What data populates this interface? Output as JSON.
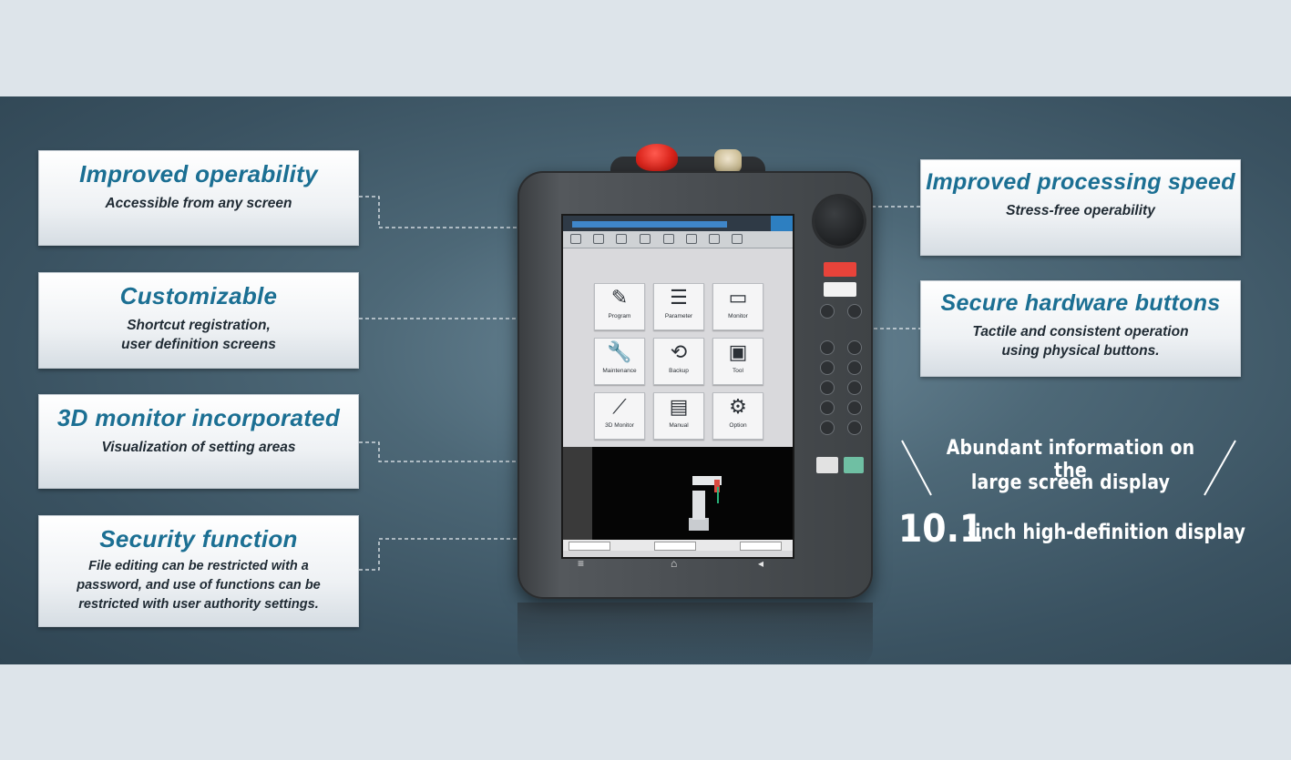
{
  "features_left": [
    {
      "title": "Improved operability",
      "desc": "Accessible from any screen"
    },
    {
      "title": "Customizable",
      "desc": "Shortcut registration,\nuser definition screens"
    },
    {
      "title": "3D monitor incorporated",
      "desc": "Visualization of setting areas"
    },
    {
      "title": "Security function",
      "desc": "File editing can be restricted with a\npassword, and use of functions can be\nrestricted with user authority settings."
    }
  ],
  "features_right": [
    {
      "title": "Improved processing speed",
      "desc": "Stress-free operability"
    },
    {
      "title": "Secure hardware buttons",
      "desc": "Tactile and consistent operation\nusing physical buttons."
    }
  ],
  "promo": {
    "line1": "Abundant information on the",
    "line2": "large screen display",
    "size": "10.1",
    "size_suffix": "-inch high-definition display"
  },
  "screen": {
    "tiles": [
      {
        "label": "Program",
        "icon": "program-icon",
        "glyph": "✎"
      },
      {
        "label": "Parameter",
        "icon": "parameter-icon",
        "glyph": "☰"
      },
      {
        "label": "Monitor",
        "icon": "monitor-icon",
        "glyph": "▭"
      },
      {
        "label": "Maintenance",
        "icon": "wrench-icon",
        "glyph": "🔧"
      },
      {
        "label": "Backup",
        "icon": "backup-icon",
        "glyph": "⟲"
      },
      {
        "label": "Tool",
        "icon": "toolbox-icon",
        "glyph": "▣"
      },
      {
        "label": "3D Monitor",
        "icon": "robot-3d-icon",
        "glyph": "⟋"
      },
      {
        "label": "Manual",
        "icon": "manual-icon",
        "glyph": "▤"
      },
      {
        "label": "Option",
        "icon": "gear-icon",
        "glyph": "⚙"
      }
    ]
  },
  "colors": {
    "title_blue": "#1b6f93",
    "estop_red": "#d9231a"
  }
}
